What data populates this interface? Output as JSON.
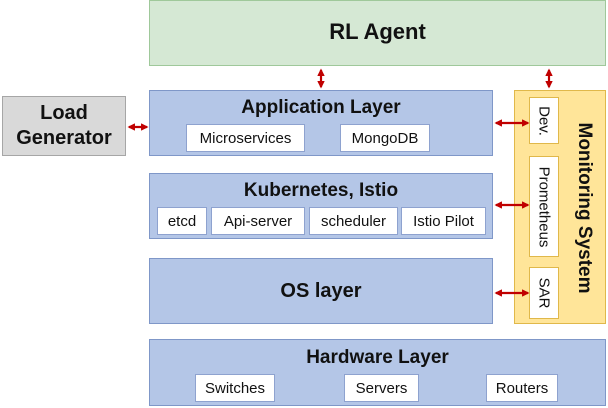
{
  "rl_agent": {
    "label": "RL Agent",
    "color": "#d5e8d4"
  },
  "load_generator": {
    "label": "Load Generator",
    "color": "#d9d9d9"
  },
  "layers": {
    "application": {
      "title": "Application Layer",
      "components": [
        "Microservices",
        "MongoDB"
      ]
    },
    "kubernetes": {
      "title": "Kubernetes, Istio",
      "components": [
        "etcd",
        "Api-server",
        "scheduler",
        "Istio Pilot"
      ]
    },
    "os": {
      "title": "OS layer"
    },
    "hardware": {
      "title": "Hardware Layer",
      "components": [
        "Switches",
        "Servers",
        "Routers"
      ]
    }
  },
  "monitoring": {
    "title": "Monitoring System",
    "color": "#ffe599",
    "components": [
      "Dev.",
      "Prometheus",
      "SAR"
    ]
  },
  "colors": {
    "layer_fill": "#b4c6e7",
    "arrow": "#c00000"
  }
}
